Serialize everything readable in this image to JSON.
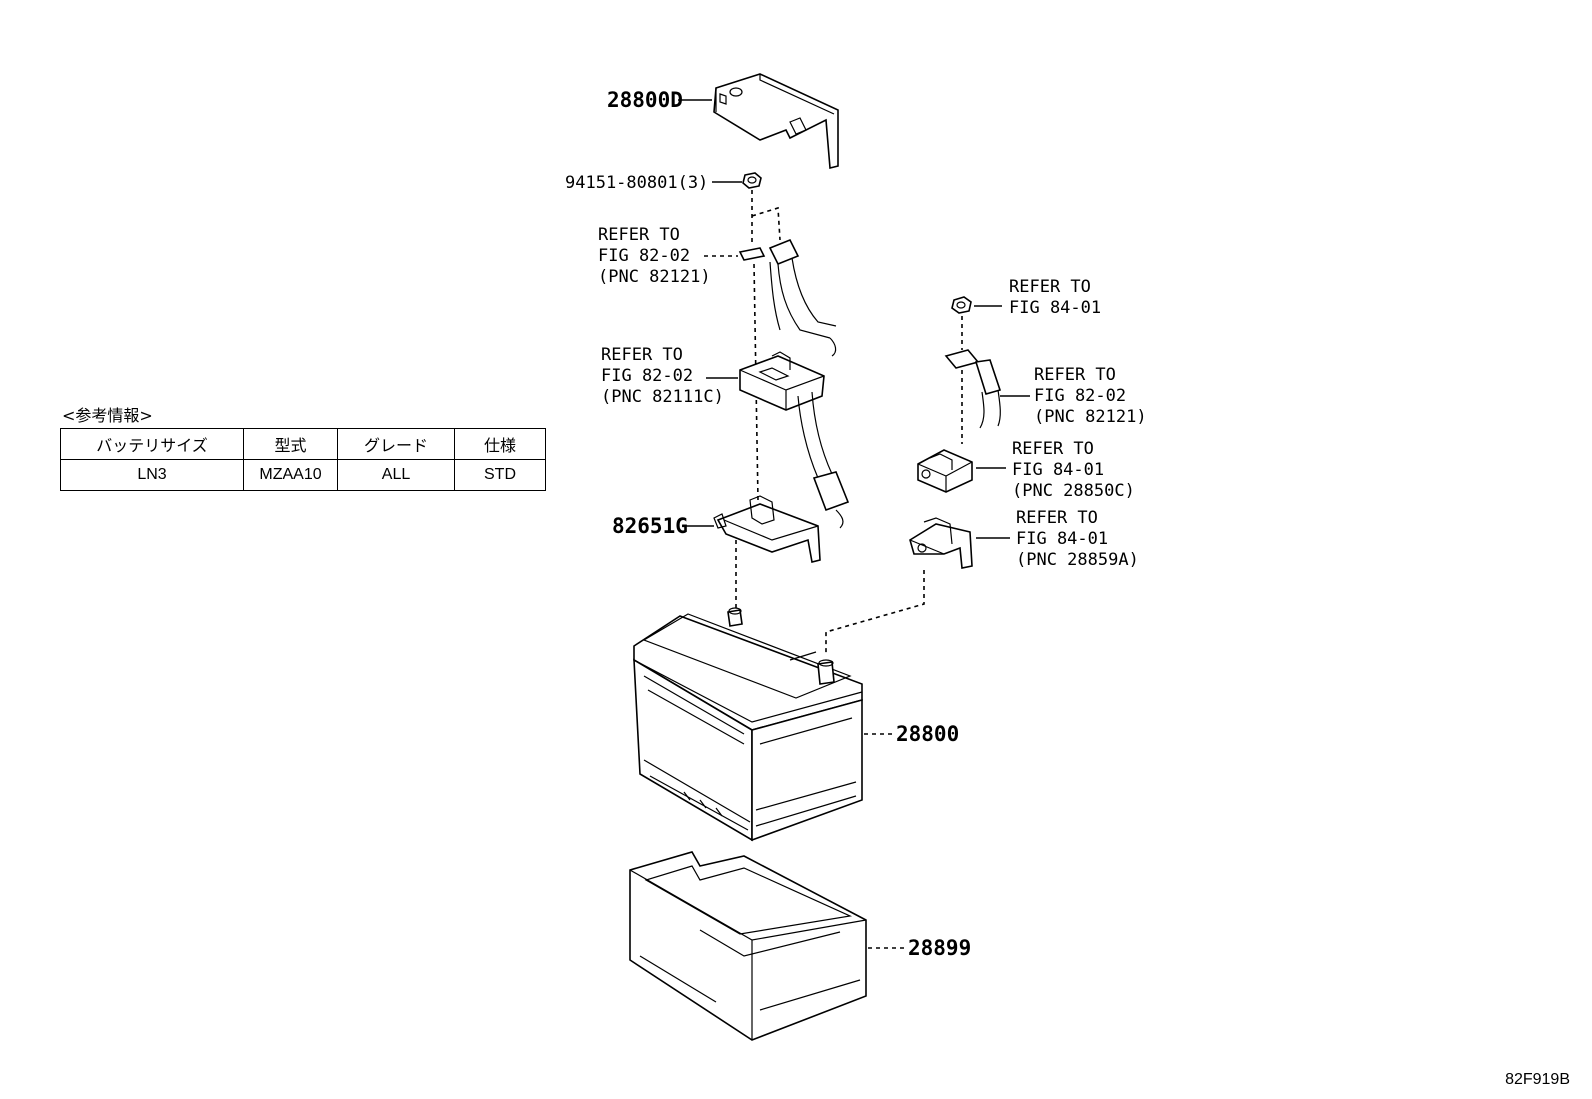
{
  "reference": {
    "title": "<参考情報>",
    "columns": [
      "バッテリサイズ",
      "型式",
      "グレード",
      "仕様"
    ],
    "row": [
      "LN3",
      "MZAA10",
      "ALL",
      "STD"
    ]
  },
  "labels": {
    "cover": "28800D",
    "nut": "94151-80801(3)",
    "ref1": [
      "REFER TO",
      "FIG 82-02",
      "(PNC 82121)"
    ],
    "ref2": [
      "REFER TO",
      "FIG 82-02",
      "(PNC 82111C)"
    ],
    "ref3": [
      "REFER TO",
      "FIG 84-01"
    ],
    "ref4": [
      "REFER TO",
      "FIG 82-02",
      "(PNC 82121)"
    ],
    "ref5": [
      "REFER TO",
      "FIG 84-01",
      "(PNC 28850C)"
    ],
    "ref6": [
      "REFER TO",
      "FIG 84-01",
      "(PNC 28859A)"
    ],
    "terminal_cover": "82651G",
    "battery": "28800",
    "tray": "28899"
  },
  "illustration_code": "82F919B"
}
